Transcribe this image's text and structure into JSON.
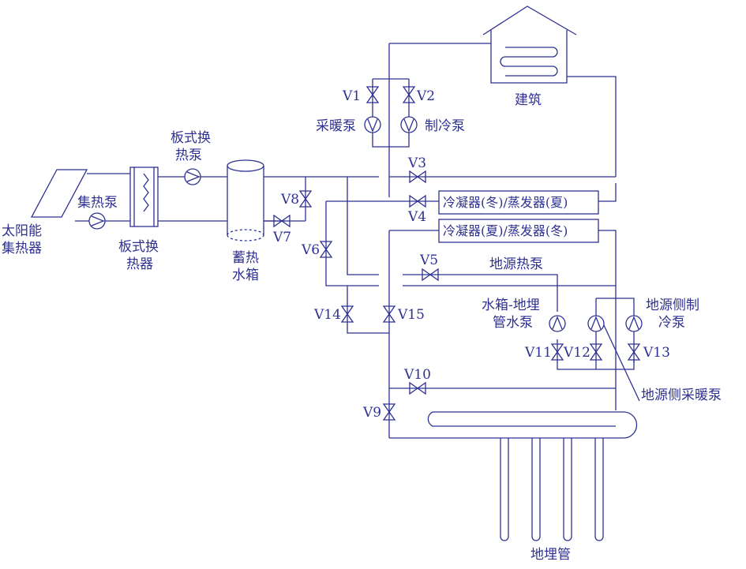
{
  "colors": {
    "line": "#2e3192",
    "background": "#ffffff"
  },
  "labels": {
    "building": "建筑",
    "solar_collector_1": "太阳能",
    "solar_collector_2": "集热器",
    "collector_pump": "集热泵",
    "hx_pump_1": "板式换",
    "hx_pump_2": "热泵",
    "plate_hx_1": "板式换",
    "plate_hx_2": "热器",
    "tank_1": "蓄热",
    "tank_2": "水箱",
    "heating_pump": "采暖泵",
    "cooling_pump": "制冷泵",
    "hx_upper": "冷凝器(冬)/蒸发器(夏)",
    "hx_lower": "冷凝器(夏)/蒸发器(冬)",
    "ground_heat_pump": "地源热泵",
    "tank_ground_pump_1": "水箱-地埋",
    "tank_ground_pump_2": "管水泵",
    "ground_cooling_pump_1": "地源侧制",
    "ground_cooling_pump_2": "冷泵",
    "ground_heating_pump": "地源侧采暖泵",
    "ground_pipe": "地埋管"
  },
  "valves": {
    "v1": "V1",
    "v2": "V2",
    "v3": "V3",
    "v4": "V4",
    "v5": "V5",
    "v6": "V6",
    "v7": "V7",
    "v8": "V8",
    "v9": "V9",
    "v10": "V10",
    "v11": "V11",
    "v12": "V12",
    "v13": "V13",
    "v14": "V14",
    "v15": "V15"
  }
}
